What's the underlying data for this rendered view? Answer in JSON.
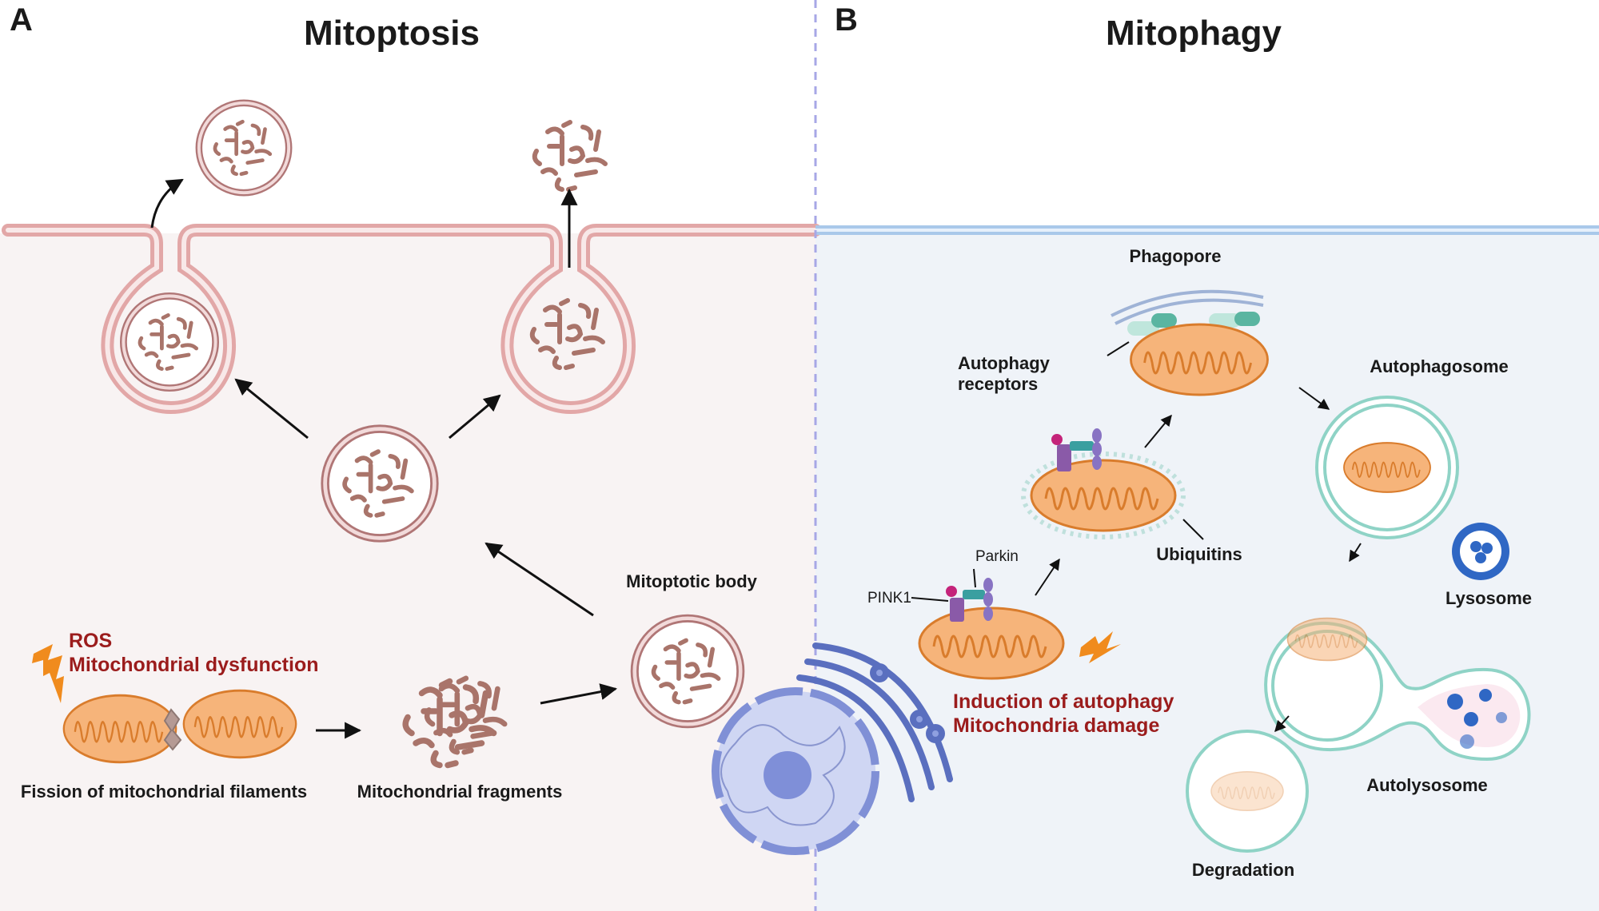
{
  "panel_a": {
    "letter": "A",
    "title": "Mitoptosis",
    "labels": {
      "stress_ros": "ROS",
      "stress_dysfunction": "Mitochondrial dysfunction",
      "fission": "Fission of mitochondrial filaments",
      "fragments": "Mitochondrial fragments",
      "body": "Mitoptotic body"
    }
  },
  "panel_b": {
    "letter": "B",
    "title": "Mitophagy",
    "labels": {
      "phagopore": "Phagopore",
      "receptors_line1": "Autophagy",
      "receptors_line2": "receptors",
      "autophagosome": "Autophagosome",
      "parkin": "Parkin",
      "pink1": "PINK1",
      "ubiquitins": "Ubiquitins",
      "lysosome": "Lysosome",
      "induction": "Induction of autophagy",
      "damage": "Mitochondria damage",
      "autolysosome": "Autolysosome",
      "degradation": "Degradation"
    }
  },
  "colors": {
    "panel_a_bg": "#f8f3f3",
    "panel_b_bg": "#eff3f8",
    "membrane_a": "#e2a7a7",
    "membrane_b": "#a9c8ea",
    "divider": "#a7a7e6",
    "mito_fill": "#f6b47a",
    "mito_stroke": "#d97c2c",
    "vesicle_ring": "#b07676",
    "fragment": "#a9746a",
    "label_red": "#9b1c1c",
    "autophagosome_ring": "#8fd3c6",
    "lysosome_blue": "#2f67c4",
    "nucleus": "#7f8fd8"
  }
}
